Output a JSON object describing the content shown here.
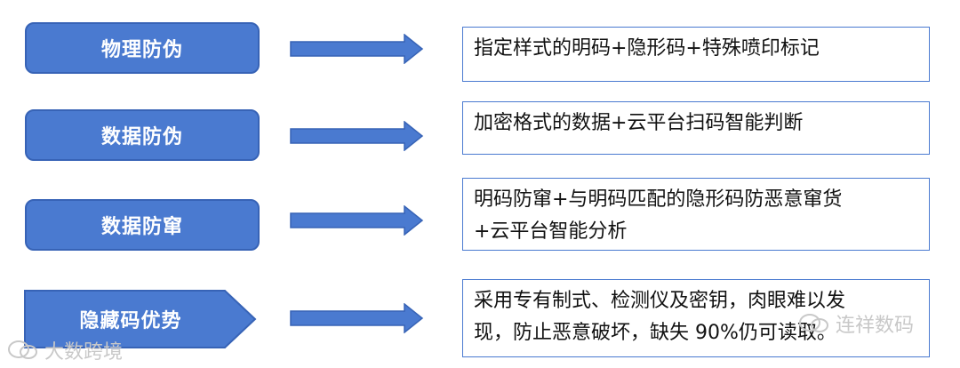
{
  "colors": {
    "box_fill": "#4a7ad0",
    "box_border": "#3763b6",
    "box_border_light": "#4a7ad0",
    "text_light": "#ffffff",
    "text_dark": "#111111",
    "watermark": "#c8c8c8"
  },
  "rows": [
    {
      "label": "物理防伪",
      "desc_lines": [
        "指定样式的明码+隐形码+特殊喷印标记"
      ]
    },
    {
      "label": "数据防伪",
      "desc_lines": [
        "加密格式的数据+云平台扫码智能判断"
      ]
    },
    {
      "label": "数据防窜",
      "desc_lines": [
        "明码防窜+与明码匹配的隐形码防恶意窜货",
        "+云平台智能分析"
      ]
    },
    {
      "label": "隐藏码优势",
      "desc_lines": [
        "采用专有制式、检测仪及密钥，肉眼难以发",
        "现，防止恶意破坏，缺失 90%仍可读取。"
      ]
    }
  ],
  "watermarks": {
    "left": "大数跨境",
    "right": "连祥数码",
    "left_icon": "wechat-icon",
    "right_icon": "wechat-icon"
  }
}
